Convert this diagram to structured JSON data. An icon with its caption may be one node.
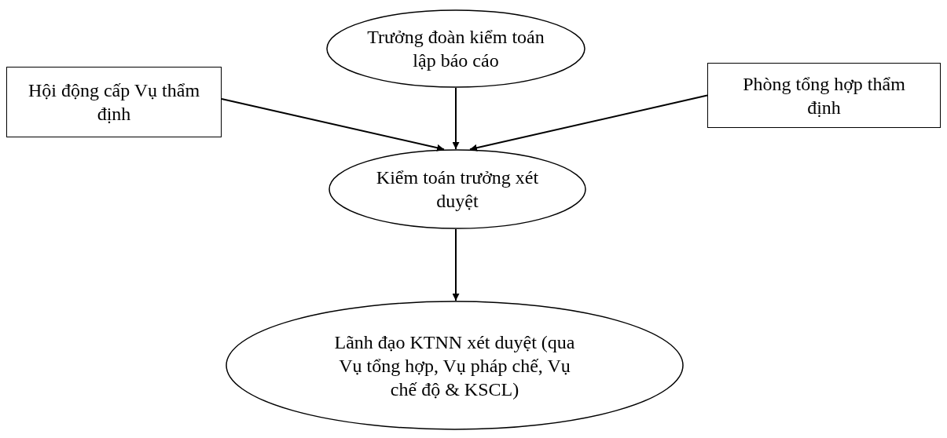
{
  "diagram": {
    "nodes": [
      {
        "text": [
          "Trưởng đoàn kiểm toán lập báo cáo"
        ]
      },
      {
        "text": [
          "Hội động cấp Vụ thẩm định"
        ]
      },
      {
        "text": [
          "Phòng tổng hợp thẩm định"
        ]
      },
      {
        "text": [
          "Kiểm toán trưởng xét duyệt"
        ]
      },
      {
        "text": [
          "Lãnh đạo KTNN xét duyệt (qua Vụ tổng hợp, Vụ pháp chế, Vụ chế độ & KSCL)"
        ]
      }
    ],
    "edges": [
      {
        "from": 0,
        "to": 3,
        "arrow": "to"
      },
      {
        "from": 1,
        "to": 3,
        "arrow": "to"
      },
      {
        "from": 2,
        "to": 3,
        "arrow": "to"
      },
      {
        "from": 3,
        "to": 4,
        "arrow": "to"
      }
    ]
  }
}
